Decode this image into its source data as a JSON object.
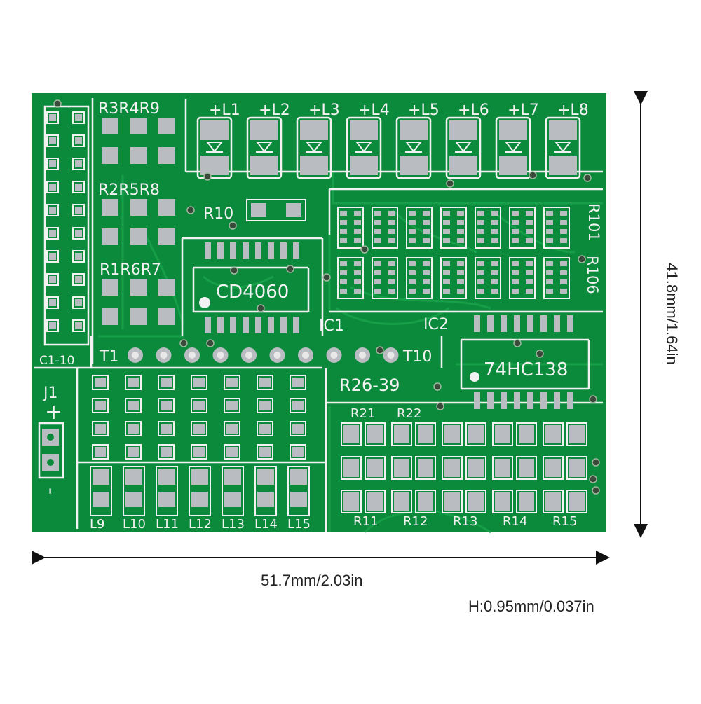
{
  "board": {
    "pcb_color": "#0c8a3b",
    "trace_color": "#19a24a",
    "silk_color": "#f2f2f2",
    "pad_color": "#b9bdc2",
    "labels": {
      "r_group1": "R3R4R9",
      "r_group2": "R2R5R8",
      "r_group3": "R1R6R7",
      "cap_bank": "C1-10",
      "r10": "R10",
      "r101": "R101",
      "r106": "R106",
      "cd4060": "CD4060",
      "ic1": "IC1",
      "ic2": "IC2",
      "hc138": "74HC138",
      "t1": "T1",
      "t10": "T10",
      "r26_39": "R26-39",
      "r21": "R21",
      "r22": "R22",
      "j1": "J1",
      "plus": "+",
      "minus": "-"
    },
    "leds_top": [
      "+L1",
      "+L2",
      "+L3",
      "+L4",
      "+L5",
      "+L6",
      "+L7",
      "+L8"
    ],
    "leds_bottom": [
      "L9",
      "L10",
      "L11",
      "L12",
      "L13",
      "L14",
      "L15"
    ],
    "resistors_bottom": [
      "R11",
      "R12",
      "R13",
      "R14",
      "R15"
    ]
  },
  "dimensions": {
    "width": "51.7mm/2.03in",
    "height": "41.8mm/1.64in",
    "thickness": "H:0.95mm/0.037in"
  }
}
